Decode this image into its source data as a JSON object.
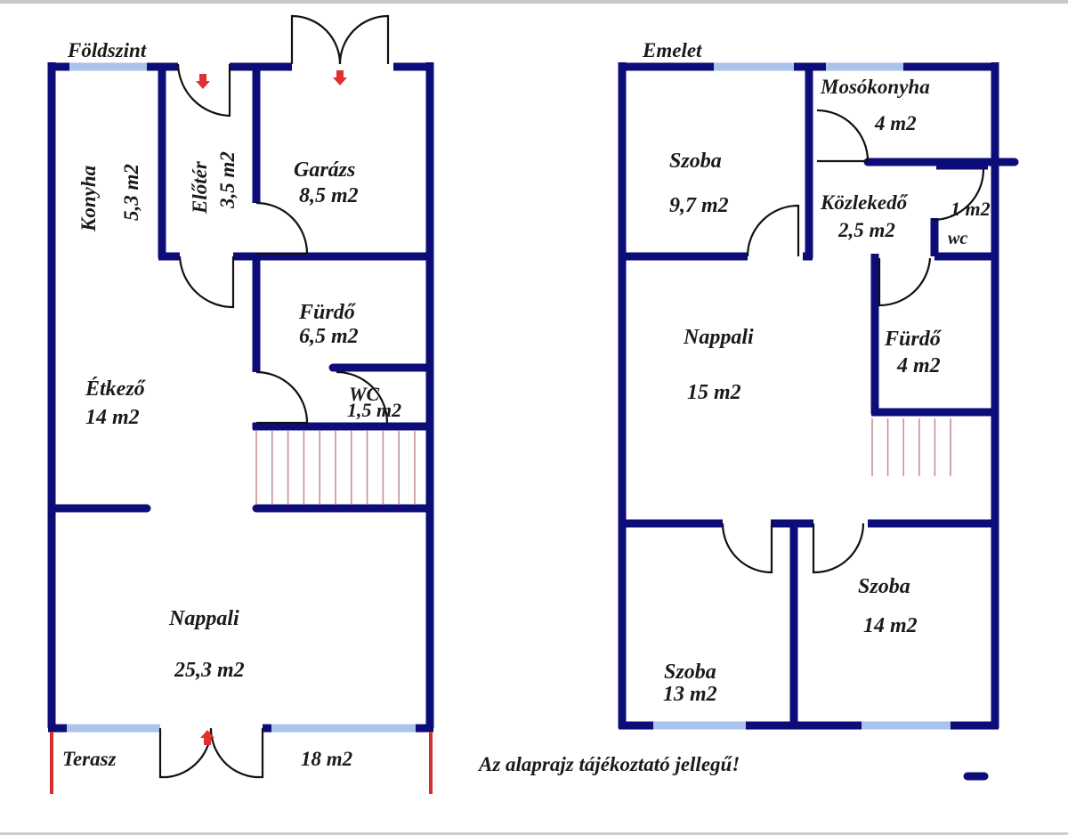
{
  "floors": {
    "ground": {
      "title": "Földszint",
      "rooms": {
        "konyha": {
          "name": "Konyha",
          "area": "5,3 m2"
        },
        "eloter": {
          "name": "Előtér",
          "area": "3,5 m2"
        },
        "garazs": {
          "name": "Garázs",
          "area": "8,5 m2"
        },
        "furdo": {
          "name": "Fürdő",
          "area": "6,5 m2"
        },
        "wc": {
          "name": "WC",
          "area": "1,5 m2"
        },
        "etkezo": {
          "name": "Étkező",
          "area": "14 m2"
        },
        "nappali": {
          "name": "Nappali",
          "area": "25,3 m2"
        },
        "terasz": {
          "name": "Terasz",
          "area": "18 m2"
        }
      }
    },
    "upper": {
      "title": "Emelet",
      "rooms": {
        "szoba1": {
          "name": "Szoba",
          "area": "9,7 m2"
        },
        "mosokonyha": {
          "name": "Mosókonyha",
          "area": "4 m2"
        },
        "kozlekedo": {
          "name": "Közlekedő",
          "area": "2,5 m2"
        },
        "wc": {
          "name": "wc",
          "area": "1 m2"
        },
        "nappali": {
          "name": "Nappali",
          "area": "15 m2"
        },
        "furdo": {
          "name": "Fürdő",
          "area": "4 m2"
        },
        "szoba2": {
          "name": "Szoba",
          "area": "14 m2"
        },
        "szoba3": {
          "name": "Szoba",
          "area": "13 m2"
        }
      }
    }
  },
  "disclaimer": "Az alaprajz tájékoztató jellegű!",
  "colors": {
    "wall": "#0d0d7a",
    "window": "#a9c3ea",
    "door": "#111111",
    "stairs": "#c78a8a",
    "arrow": "#e03030"
  }
}
